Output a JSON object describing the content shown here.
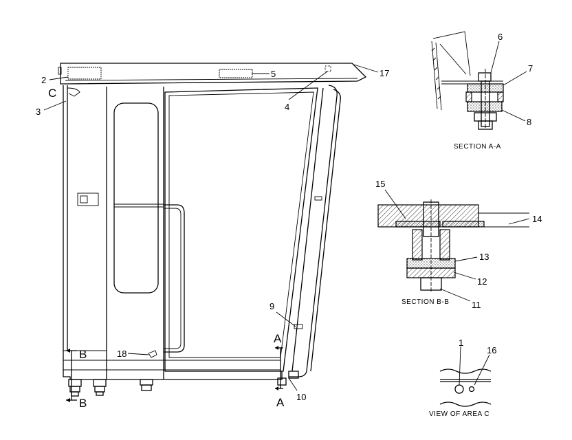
{
  "callouts": [
    "1",
    "2",
    "3",
    "4",
    "5",
    "6",
    "7",
    "8",
    "9",
    "10",
    "11",
    "12",
    "13",
    "14",
    "15",
    "16",
    "17",
    "18"
  ],
  "section_letters": {
    "c": "C",
    "a_top": "A",
    "a_bottom": "A",
    "b_top": "B",
    "b_bottom": "B"
  },
  "captions": {
    "section_aa": "SECTION  A-A",
    "section_bb": "SECTION  B-B",
    "view_c": "VIEW  OF  AREA  C"
  }
}
